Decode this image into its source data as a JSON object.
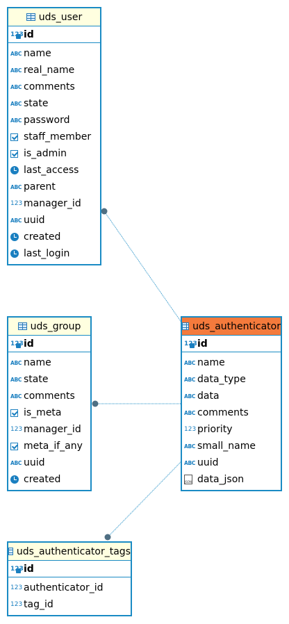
{
  "colors": {
    "border": "#1a8bc4",
    "header_bg": "#ffffe0",
    "selected_header_bg": "#f47a3c",
    "link": "#1a8bc4",
    "link_dot": "#4f6f83"
  },
  "tables": {
    "uds_user": {
      "name": "uds_user",
      "pk": "id",
      "columns": [
        {
          "name": "name",
          "type": "text"
        },
        {
          "name": "real_name",
          "type": "text"
        },
        {
          "name": "comments",
          "type": "text"
        },
        {
          "name": "state",
          "type": "text"
        },
        {
          "name": "password",
          "type": "text"
        },
        {
          "name": "staff_member",
          "type": "bool"
        },
        {
          "name": "is_admin",
          "type": "bool"
        },
        {
          "name": "last_access",
          "type": "time"
        },
        {
          "name": "parent",
          "type": "text"
        },
        {
          "name": "manager_id",
          "type": "number"
        },
        {
          "name": "uuid",
          "type": "text"
        },
        {
          "name": "created",
          "type": "time"
        },
        {
          "name": "last_login",
          "type": "time"
        }
      ]
    },
    "uds_group": {
      "name": "uds_group",
      "pk": "id",
      "columns": [
        {
          "name": "name",
          "type": "text"
        },
        {
          "name": "state",
          "type": "text"
        },
        {
          "name": "comments",
          "type": "text"
        },
        {
          "name": "is_meta",
          "type": "bool"
        },
        {
          "name": "manager_id",
          "type": "number"
        },
        {
          "name": "meta_if_any",
          "type": "bool"
        },
        {
          "name": "uuid",
          "type": "text"
        },
        {
          "name": "created",
          "type": "time"
        }
      ]
    },
    "uds_authenticator": {
      "name": "uds_authenticator",
      "selected": true,
      "pk": "id",
      "columns": [
        {
          "name": "name",
          "type": "text"
        },
        {
          "name": "data_type",
          "type": "text"
        },
        {
          "name": "data",
          "type": "text"
        },
        {
          "name": "comments",
          "type": "text"
        },
        {
          "name": "priority",
          "type": "number"
        },
        {
          "name": "small_name",
          "type": "text"
        },
        {
          "name": "uuid",
          "type": "text"
        },
        {
          "name": "data_json",
          "type": "json"
        }
      ]
    },
    "uds_authenticator_tags": {
      "name": "uds_authenticator_tags",
      "pk": "id",
      "columns": [
        {
          "name": "authenticator_id",
          "type": "number"
        },
        {
          "name": "tag_id",
          "type": "number"
        }
      ]
    }
  },
  "relations": [
    {
      "from": "uds_user",
      "to": "uds_authenticator"
    },
    {
      "from": "uds_group",
      "to": "uds_authenticator"
    },
    {
      "from": "uds_authenticator_tags",
      "to": "uds_authenticator"
    }
  ]
}
